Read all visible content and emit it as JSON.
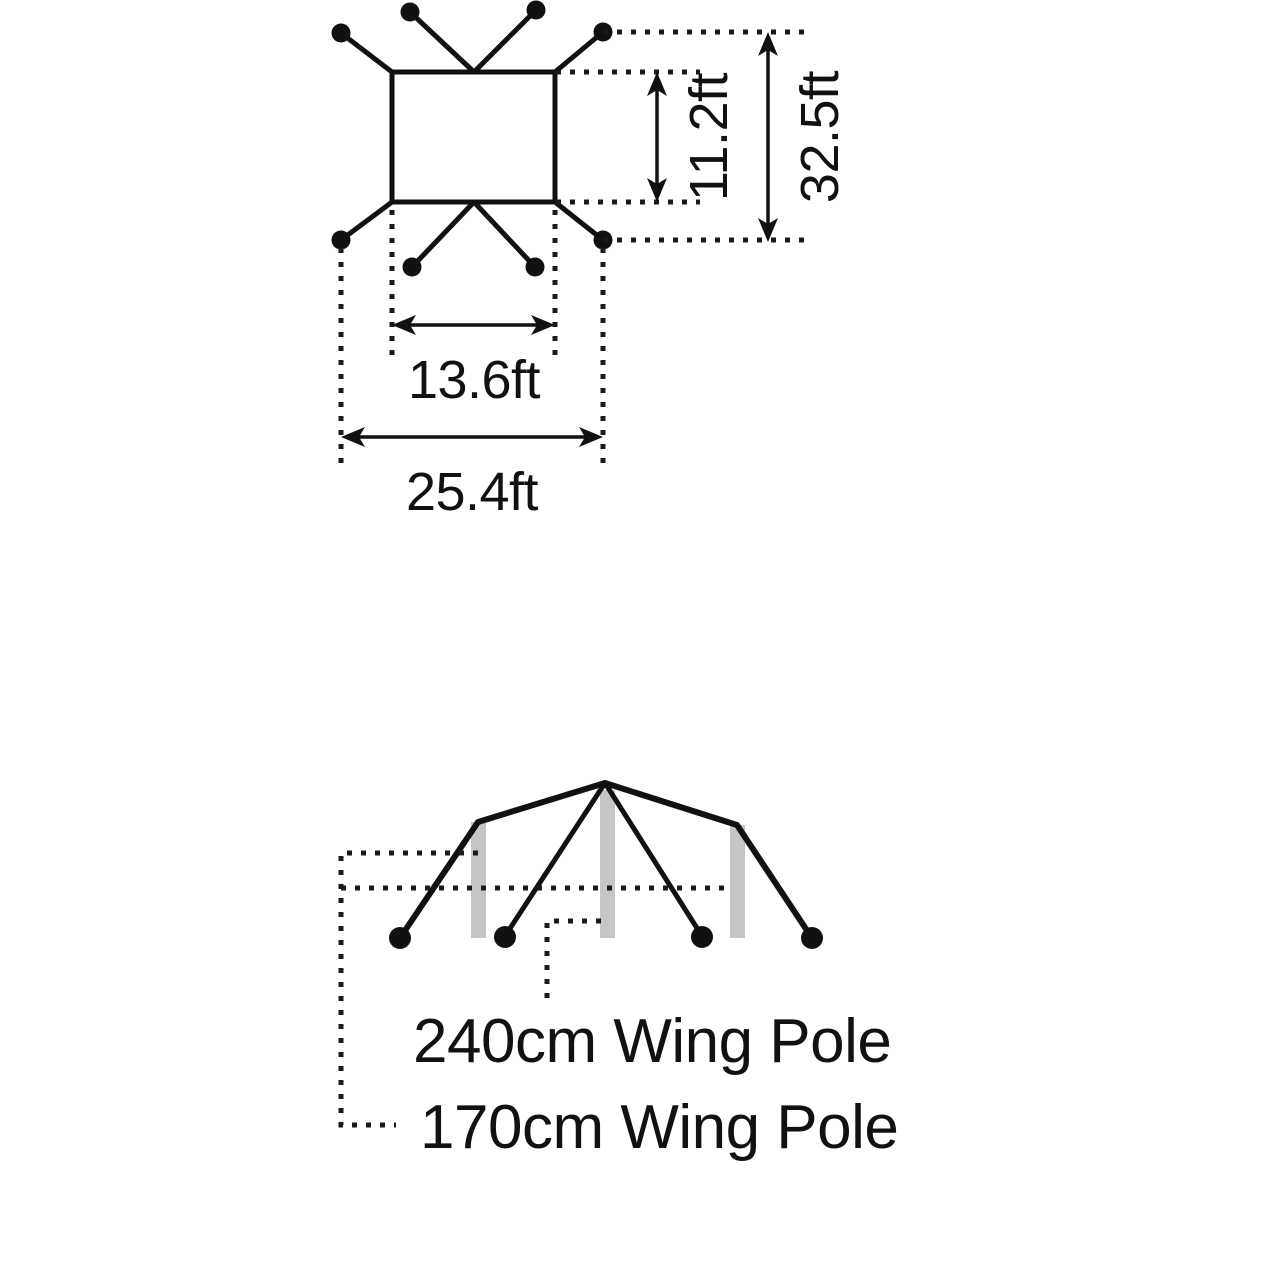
{
  "diagram": {
    "title": "Tent dimension diagram",
    "views": {
      "top": {
        "name": "top-down-footprint-view",
        "dimensions": {
          "inner_width": "13.6ft",
          "outer_width": "25.4ft",
          "inner_depth": "11.2ft",
          "outer_depth": "32.5ft"
        }
      },
      "side": {
        "name": "side-elevation-view",
        "labels": {
          "center_pole": "240cm Wing Pole",
          "wing_pole": "170cm Wing Pole"
        }
      }
    },
    "colors": {
      "line": "#111111",
      "pole": "#c6c6c6",
      "background": "#ffffff"
    }
  },
  "chart_data": {
    "type": "diagram",
    "title": "Tent dimension diagram",
    "top_view": {
      "rect_width_label": "13.6ft",
      "rect_depth_label": "11.2ft",
      "guyline_span_width_label": "25.4ft",
      "guyline_span_depth_label": "32.5ft",
      "peg_count": 8
    },
    "side_view": {
      "pole_labels": [
        "240cm Wing Pole",
        "170cm Wing Pole"
      ],
      "pole_count": 3,
      "peg_count": 4
    }
  }
}
